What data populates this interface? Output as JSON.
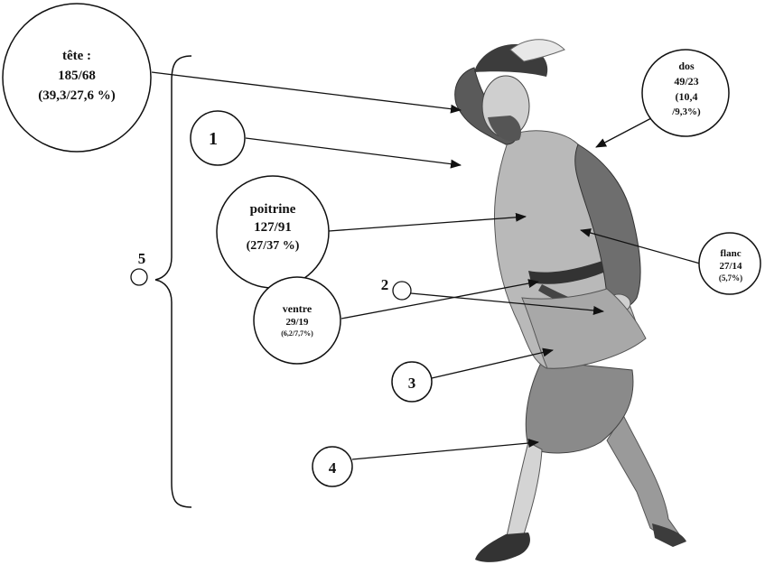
{
  "labels": {
    "tete": [
      "tête :",
      "185/68",
      "(39,3/27,6 %)"
    ],
    "dos": [
      "dos",
      "49/23",
      "(10,4",
      "/9,3%)"
    ],
    "poitrine": [
      "poitrine",
      "127/91",
      "(27/37 %)"
    ],
    "flanc": [
      "flanc",
      "27/14",
      "(5,7%)"
    ],
    "ventre": [
      "ventre",
      "29/19",
      "(6,2/7,7%)"
    ]
  },
  "numbers": {
    "one": "1",
    "two": "2",
    "three": "3",
    "four": "4",
    "five": "5"
  },
  "colors": {
    "ink": "#111111",
    "figure_light": "#b9b9b9",
    "figure_mid": "#8a8a8a",
    "figure_dark": "#3c3c3c"
  }
}
